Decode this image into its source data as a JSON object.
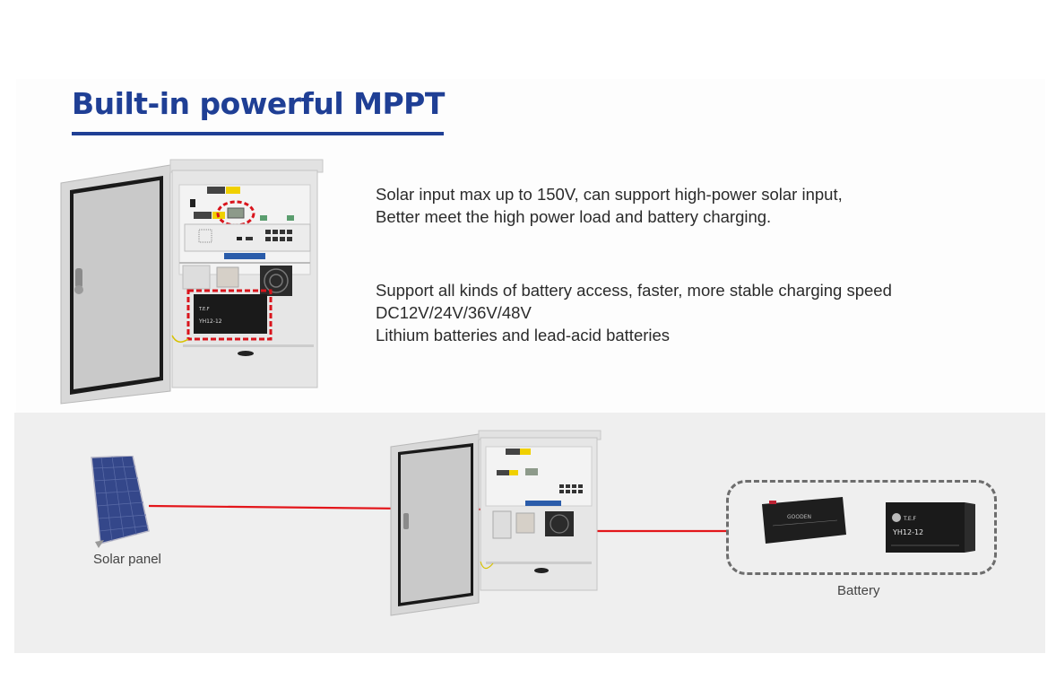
{
  "header": {
    "title": "Built-in powerful MPPT"
  },
  "features": [
    {
      "lines": [
        "Solar input max up to 150V, can support high-power solar input,",
        "Better meet the high power load and battery charging."
      ]
    },
    {
      "lines": [
        "Support all kinds of battery access, faster, more stable charging speed",
        "DC12V/24V/36V/48V",
        "Lithium batteries and lead-acid batteries"
      ]
    }
  ],
  "diagram": {
    "solar_panel_label": "Solar panel",
    "battery_label": "Battery",
    "battery_models": [
      "GOODEN",
      "YH12-12"
    ],
    "brand_mark": "T.E.F",
    "wire_color": "#e3161b",
    "highlight_color": "#d9141c"
  },
  "colors": {
    "title": "#1f3f95",
    "body_text": "#2b2b2b",
    "band_bg": "#efefef"
  }
}
